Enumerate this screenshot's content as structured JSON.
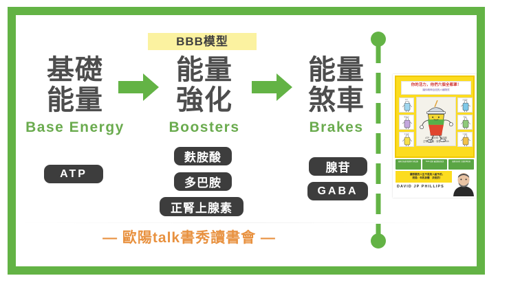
{
  "theme": {
    "green": "#63b345",
    "green_text": "#6aab4e",
    "yellow_highlight": "#fbf2a0",
    "tag_dark": "#3d3d3d",
    "heading_gray": "#4d4d4d",
    "footer_orange": "#e8913f",
    "book_yellow": "#fcdc1f"
  },
  "badge": {
    "label": "BBB模型"
  },
  "stages": [
    {
      "cn_line1": "基礎",
      "cn_line2": "能量",
      "en": "Base Energy",
      "tags": [
        "ATP"
      ]
    },
    {
      "cn_line1": "能量",
      "cn_line2": "強化",
      "en": "Boosters",
      "tags": [
        "麩胺酸",
        "多巴胺",
        "正腎上腺素"
      ]
    },
    {
      "cn_line1": "能量",
      "cn_line2": "煞車",
      "en": "Brakes",
      "tags": [
        "腺苷",
        "GABA"
      ]
    }
  ],
  "arrows": [
    {
      "name": "arrow-base-to-boosters"
    },
    {
      "name": "arrow-boosters-to-brakes"
    }
  ],
  "divider": {
    "style": "dashed-vertical-with-end-dots"
  },
  "footer": {
    "text": "— 歐陽talk書秀讀書會 —"
  },
  "book": {
    "title_main": "你的活力，他們六個全都罩！",
    "title_sub": "讓你精神百倍的六種物質",
    "center_caption_1": "ATP・腦內啡・多巴胺",
    "center_caption_2": "正腎上腺素・腺苷・GABA",
    "panels": [
      {
        "caption": "ATP"
      },
      {
        "caption": "腦內啡"
      },
      {
        "caption": "多巴胺"
      },
      {
        "caption": "血清素"
      },
      {
        "caption": "腺苷"
      },
      {
        "caption": "GABA"
      }
    ],
    "badges": [
      "瑞典亞馬遜\n暢銷排行榜冠軍",
      "TEDx 講者\n最受歡迎演說",
      "風靡全球的\n大腦化學指南"
    ],
    "strap_line1": "讓想要的人生不是別人給予的，",
    "strap_line2": "而是：你的身體　決定的！",
    "author": "DAVID JP PHILLIPS"
  }
}
